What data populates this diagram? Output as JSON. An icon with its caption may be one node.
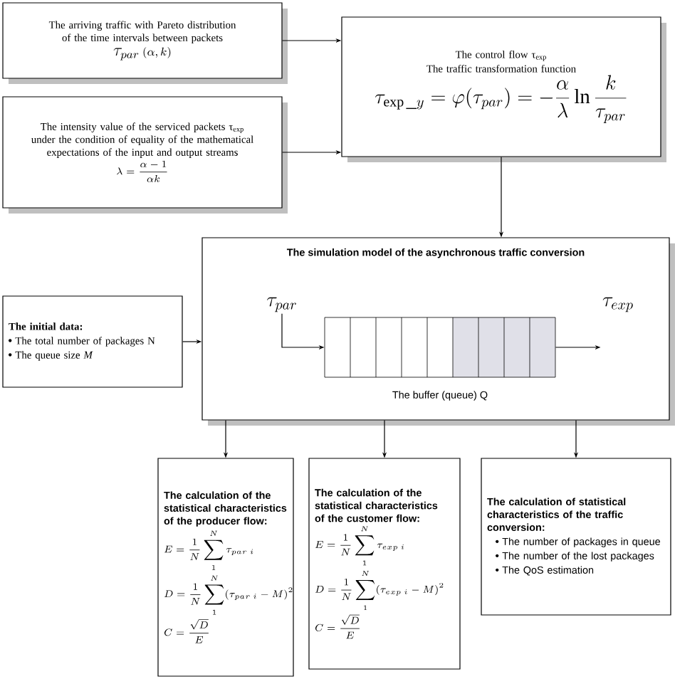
{
  "diagram": {
    "nodes": [
      {
        "text": [
          "The arriving traffic with Pareto distribution of the time intervals between packets",
          "\\tau_{par}\\,{\\scriptstyle(\\alpha,\\,k)}"
        ]
      },
      {
        "text": [
          "The intensity value of the serviced packets τ$_{exp}$ under the condition of equality of the mathematical expectations of the input and output streams",
          "\\lambda = \\frac{\\alpha-1}{\\alpha k}"
        ]
      },
      {
        "text": [
          "The control flow τ$_{exp}$",
          "The traffic transformation function",
          "\\tau_{\\exp\\_y} = \\varphi(\\tau_{par}) = -\\frac{\\alpha}{\\lambda}\\ln\\frac{k}{\\tau_{par}}"
        ]
      },
      {
        "text": [
          "The simulation model of the asynchronous traffic conversion"
        ]
      },
      {
        "text": [
          "The initial data:",
          "The total number of packages N",
          "The queue size *M*"
        ]
      },
      {
        "text": [
          "\\tau_{par}"
        ],
        "in": 3
      },
      {
        "text": [],
        "shape": "box",
        "in": 3,
        "beside": [
          "The buffer (queue) Q"
        ]
      },
      {
        "text": [
          "\\tau_{exp}"
        ],
        "in": 3
      },
      {
        "text": [
          "The calculation of the statistical characteristics of the producer flow:",
          "E = \\frac{1}{N}\\sum_{1}^{N}\\tau_{par\\;i}",
          "D = \\frac{1}{N}\\sum_{1}^{N}(\\tau_{par\\;i}-M)^2",
          "C = \\frac{\\sqrt{D}}{E}"
        ]
      },
      {
        "text": [
          "The calculation of the statistical characteristics of the customer flow:",
          "E = \\frac{1}{N}\\sum_{1}^{N}\\tau_{exp\\;i}",
          "D = \\frac{1}{N}\\sum_{1}^{N}(\\tau_{exp\\;i}-M)^2",
          "C = \\frac{\\sqrt{D}}{E}"
        ]
      },
      {
        "text": [
          "The calculation of statistical characteristics of the traffic conversion:",
          "The number of packages in queue",
          "The number of the lost packages",
          "The QoS estimation"
        ]
      }
    ],
    "edges": [
      {
        "from": 0,
        "to": 2,
        "arrow": "to"
      },
      {
        "from": 1,
        "to": 2,
        "arrow": "to"
      },
      {
        "from": 2,
        "to": 3,
        "arrow": "to"
      },
      {
        "from": 4,
        "to": 3,
        "arrow": "to"
      },
      {
        "from": 5,
        "to": 6,
        "arrow": "to"
      },
      {
        "from": 6,
        "to": 7,
        "arrow": "to"
      },
      {
        "from": 3,
        "to": 8,
        "arrow": "to"
      },
      {
        "from": 3,
        "to": 9,
        "arrow": "to"
      },
      {
        "from": 3,
        "to": 10,
        "arrow": "to"
      }
    ]
  }
}
